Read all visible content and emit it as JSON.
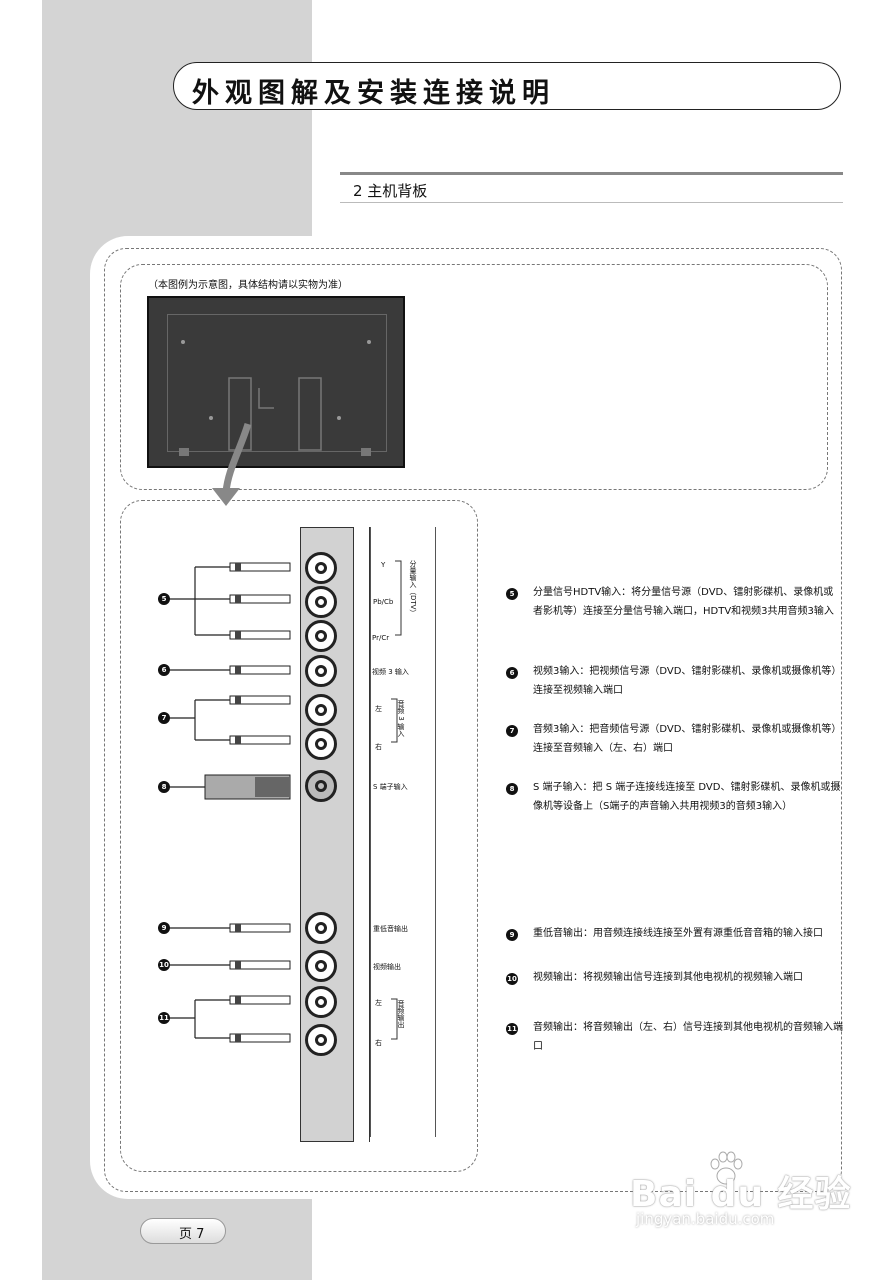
{
  "title": "外观图解及安装连接说明",
  "section": "2 主机背板",
  "note": "（本图例为示意图，具体结构请以实物为准）",
  "port_labels": [
    "Y",
    "Pb/Cb",
    "Pr/Cr",
    "视频 3 输入",
    "左",
    "右",
    "S 端子输入",
    "重低音输出",
    "视频输出",
    "左",
    "右"
  ],
  "group_labels": {
    "component": "分量输入（DTV）",
    "audio_in": "音频 3 输入",
    "audio_out": "音频输出"
  },
  "items": [
    {
      "num": "5",
      "text": "分量信号HDTV输入：将分量信号源（DVD、镭射影碟机、录像机或者影机等）连接至分量信号输入端口，HDTV和视频3共用音频3输入"
    },
    {
      "num": "6",
      "text": "视频3输入：把视频信号源（DVD、镭射影碟机、录像机或摄像机等）连接至视频输入端口"
    },
    {
      "num": "7",
      "text": "音频3输入：把音频信号源（DVD、镭射影碟机、录像机或摄像机等）连接至音频输入（左、右）端口"
    },
    {
      "num": "8",
      "text": "S 端子输入：把 S 端子连接线连接至 DVD、镭射影碟机、录像机或摄像机等设备上（S端子的声音输入共用视频3的音频3输入）"
    },
    {
      "num": "9",
      "text": "重低音输出：用音频连接线连接至外置有源重低音音箱的输入接口"
    },
    {
      "num": "10",
      "text": "视频输出：将视频输出信号连接到其他电视机的视频输入端口"
    },
    {
      "num": "11",
      "text": "音频输出：将音频输出（左、右）信号连接到其他电视机的音频输入端口"
    }
  ],
  "page_label": "页 7",
  "watermark": {
    "logo": "Bai du 经验",
    "url": "jingyan.baidu.com"
  }
}
